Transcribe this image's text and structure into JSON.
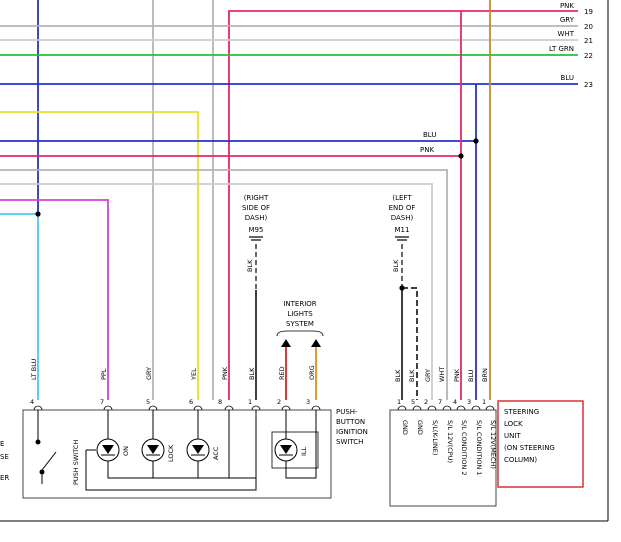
{
  "right_wires": [
    {
      "label": "PNK",
      "num": "19",
      "color": "#e8266e"
    },
    {
      "label": "GRY",
      "num": "20",
      "color": "#b4b4b4"
    },
    {
      "label": "WHT",
      "num": "21",
      "color": "#c8c8c8"
    },
    {
      "label": "LT GRN",
      "num": "22",
      "color": "#22c23a"
    },
    {
      "label": "BLU",
      "num": "23",
      "color": "#2233cc"
    }
  ],
  "bus_labels": {
    "blu": "BLU",
    "pnk": "PNK"
  },
  "ground_right": {
    "lines": [
      "(RIGHT",
      "SIDE OF",
      "DASH)"
    ],
    "code": "M95",
    "wire": "BLK"
  },
  "ground_left": {
    "lines": [
      "(LEFT",
      "END OF",
      "DASH)"
    ],
    "code": "M11",
    "wire": "BLK"
  },
  "interior_lights": {
    "lines": [
      "INTERIOR",
      "LIGHTS",
      "SYSTEM"
    ]
  },
  "ignition_pins": [
    {
      "color_label": "LT BLU",
      "pin": "4"
    },
    {
      "color_label": "PPL",
      "pin": "7"
    },
    {
      "color_label": "GRY",
      "pin": "5"
    },
    {
      "color_label": "YEL",
      "pin": "6"
    },
    {
      "color_label": "PNK",
      "pin": "8"
    },
    {
      "color_label": "BLK",
      "pin": "1"
    },
    {
      "color_label": "RED",
      "pin": "2"
    },
    {
      "color_label": "ORG",
      "pin": "3"
    }
  ],
  "ignition_switch": {
    "lines": [
      "PUSH-",
      "BUTTON",
      "IGNITION",
      "SWITCH"
    ],
    "push_switch": "PUSH SWITCH",
    "leds": [
      "ON",
      "LOCK",
      "ACC",
      "ILL"
    ]
  },
  "steering_pins": [
    {
      "color_label": "BLK",
      "pin": "1",
      "func": "GND"
    },
    {
      "color_label": "BLK",
      "pin": "5",
      "func": "GND"
    },
    {
      "color_label": "GRY",
      "pin": "2",
      "func": "S/L(K-LINE)"
    },
    {
      "color_label": "WHT",
      "pin": "7",
      "func": "S/L 12V(CPU)"
    },
    {
      "color_label": "PNK",
      "pin": "4",
      "func": "S/L CONDITION 2"
    },
    {
      "color_label": "BLU",
      "pin": "3",
      "func": "S/L CONDITION 1"
    },
    {
      "color_label": "BRN",
      "pin": "1",
      "func": "S/L 12V(MECH)"
    }
  ],
  "steering_unit": {
    "lines": [
      "STEERING",
      "LOCK",
      "UNIT",
      "(ON STEERING",
      "COLUMN)"
    ],
    "highlight": "#e03030"
  },
  "left_edge": [
    "E",
    "SE",
    "ER"
  ]
}
